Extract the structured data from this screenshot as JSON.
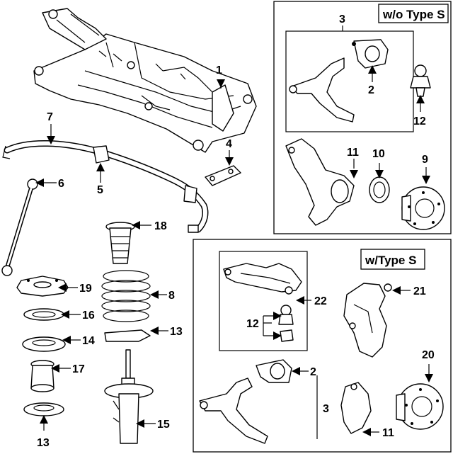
{
  "variants": {
    "without_type_s": "w/o Type S",
    "with_type_s": "w/Type S"
  },
  "callouts": {
    "c1": "1",
    "c2a": "2",
    "c2b": "2",
    "c3a": "3",
    "c3b": "3",
    "c4": "4",
    "c5": "5",
    "c6": "6",
    "c7": "7",
    "c8": "8",
    "c9": "9",
    "c10": "10",
    "c11a": "11",
    "c11b": "11",
    "c12a": "12",
    "c12b": "12",
    "c13a": "13",
    "c13b": "13",
    "c14": "14",
    "c15": "15",
    "c16": "16",
    "c17": "17",
    "c18": "18",
    "c19": "19",
    "c20": "20",
    "c21": "21",
    "c22": "22"
  }
}
